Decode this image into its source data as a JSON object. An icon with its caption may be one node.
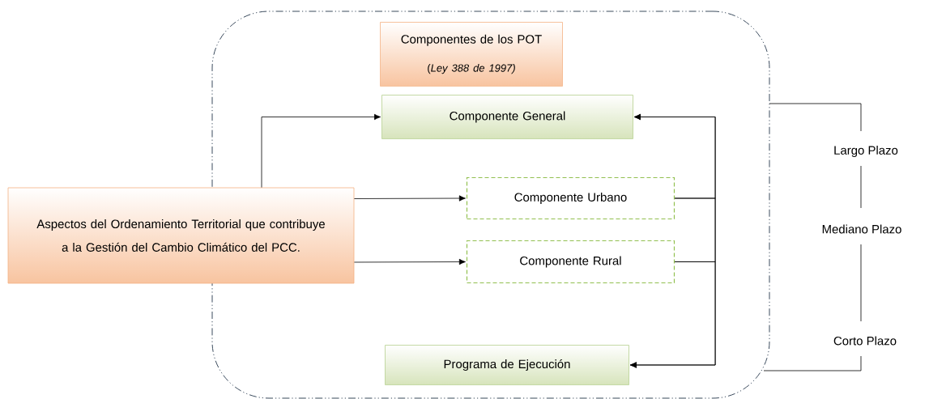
{
  "diagram": {
    "nodes": [
      {
        "text": [],
        "shape": "box"
      },
      {
        "text": [
          "Componentes de los POT",
          "(*Ley 388 de 1997)*"
        ],
        "in": 0
      },
      {
        "text": [
          "Componente General"
        ],
        "in": 0
      },
      {
        "text": [
          "Aspectos del Ordenamiento Territorial que contribuye a la Gestión del Cambio Climático del PCC."
        ]
      },
      {
        "text": [
          "Componente Urbano"
        ],
        "in": 0
      },
      {
        "text": [
          "Componente Rural"
        ],
        "in": 0
      },
      {
        "text": [
          "Programa de Ejecución"
        ],
        "in": 0
      }
    ],
    "edges": [
      {
        "from": 3,
        "to": 2,
        "arrow": "to"
      },
      {
        "from": 3,
        "to": 4,
        "arrow": "to"
      },
      {
        "from": 3,
        "to": 5,
        "arrow": "to"
      },
      {
        "from": 4,
        "to": 2,
        "arrow": "to"
      },
      {
        "from": 4,
        "to": 6,
        "arrow": "to"
      },
      {
        "from": 5,
        "to": 2,
        "arrow": "to"
      },
      {
        "from": 5,
        "to": 6,
        "arrow": "to"
      }
    ],
    "labels": [
      "Largo Plazo",
      "Mediano Plazo",
      "Corto Plazo"
    ]
  }
}
